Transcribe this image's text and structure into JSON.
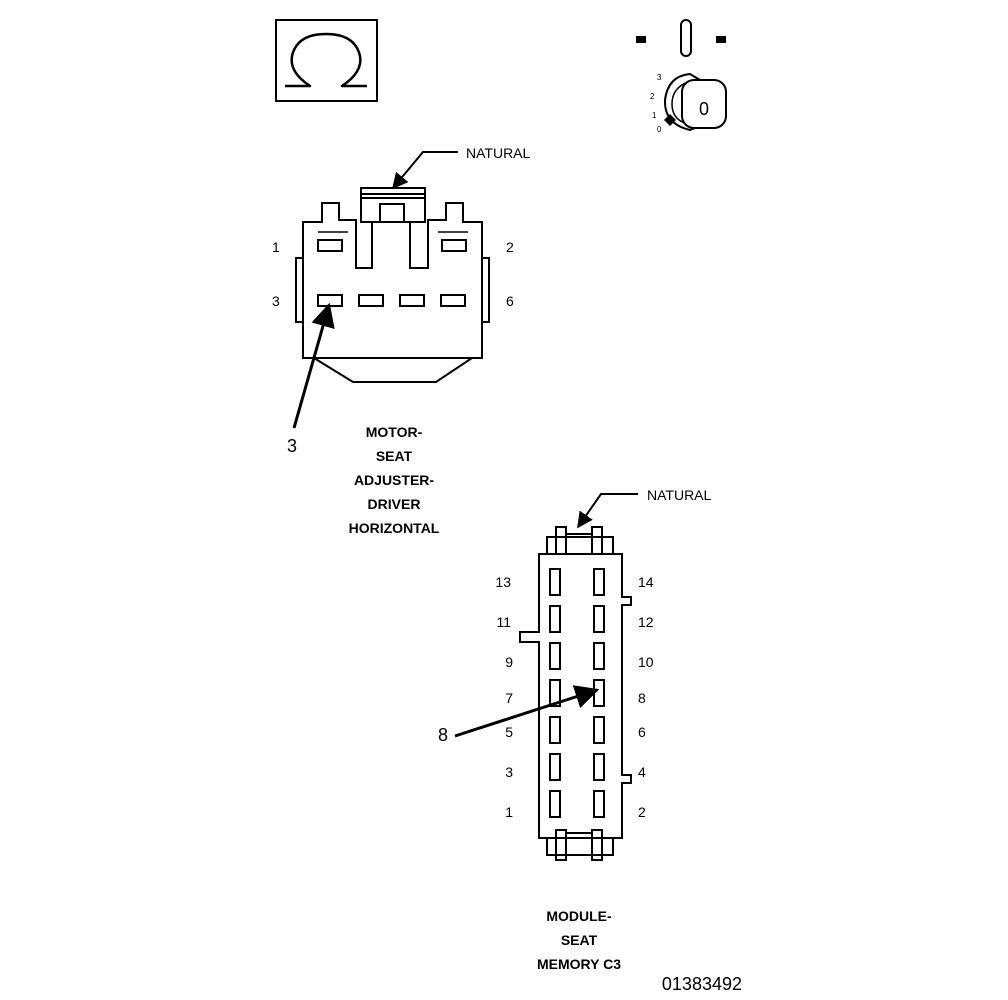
{
  "symbols": {
    "resistance_icon": "omega-resistance-icon",
    "ignition_icon": "ignition-key-off-icon",
    "key_letter": "0",
    "key_positions": [
      "3",
      "2",
      "1",
      "0"
    ]
  },
  "connector_top": {
    "color_label": "NATURAL",
    "pin_labels": {
      "p1": "1",
      "p2": "2",
      "p3": "3",
      "p6": "6"
    },
    "callout": "3",
    "title_lines": [
      "MOTOR-",
      "SEAT",
      "ADJUSTER-",
      "DRIVER",
      "HORIZONTAL"
    ]
  },
  "connector_bottom": {
    "color_label": "NATURAL",
    "left_pins": [
      "13",
      "11",
      "9",
      "7",
      "5",
      "3",
      "1"
    ],
    "right_pins": [
      "14",
      "12",
      "10",
      "8",
      "6",
      "4",
      "2"
    ],
    "callout": "8",
    "title_lines": [
      "MODULE-",
      "SEAT",
      "MEMORY C3"
    ]
  },
  "figure_id": "01383492"
}
